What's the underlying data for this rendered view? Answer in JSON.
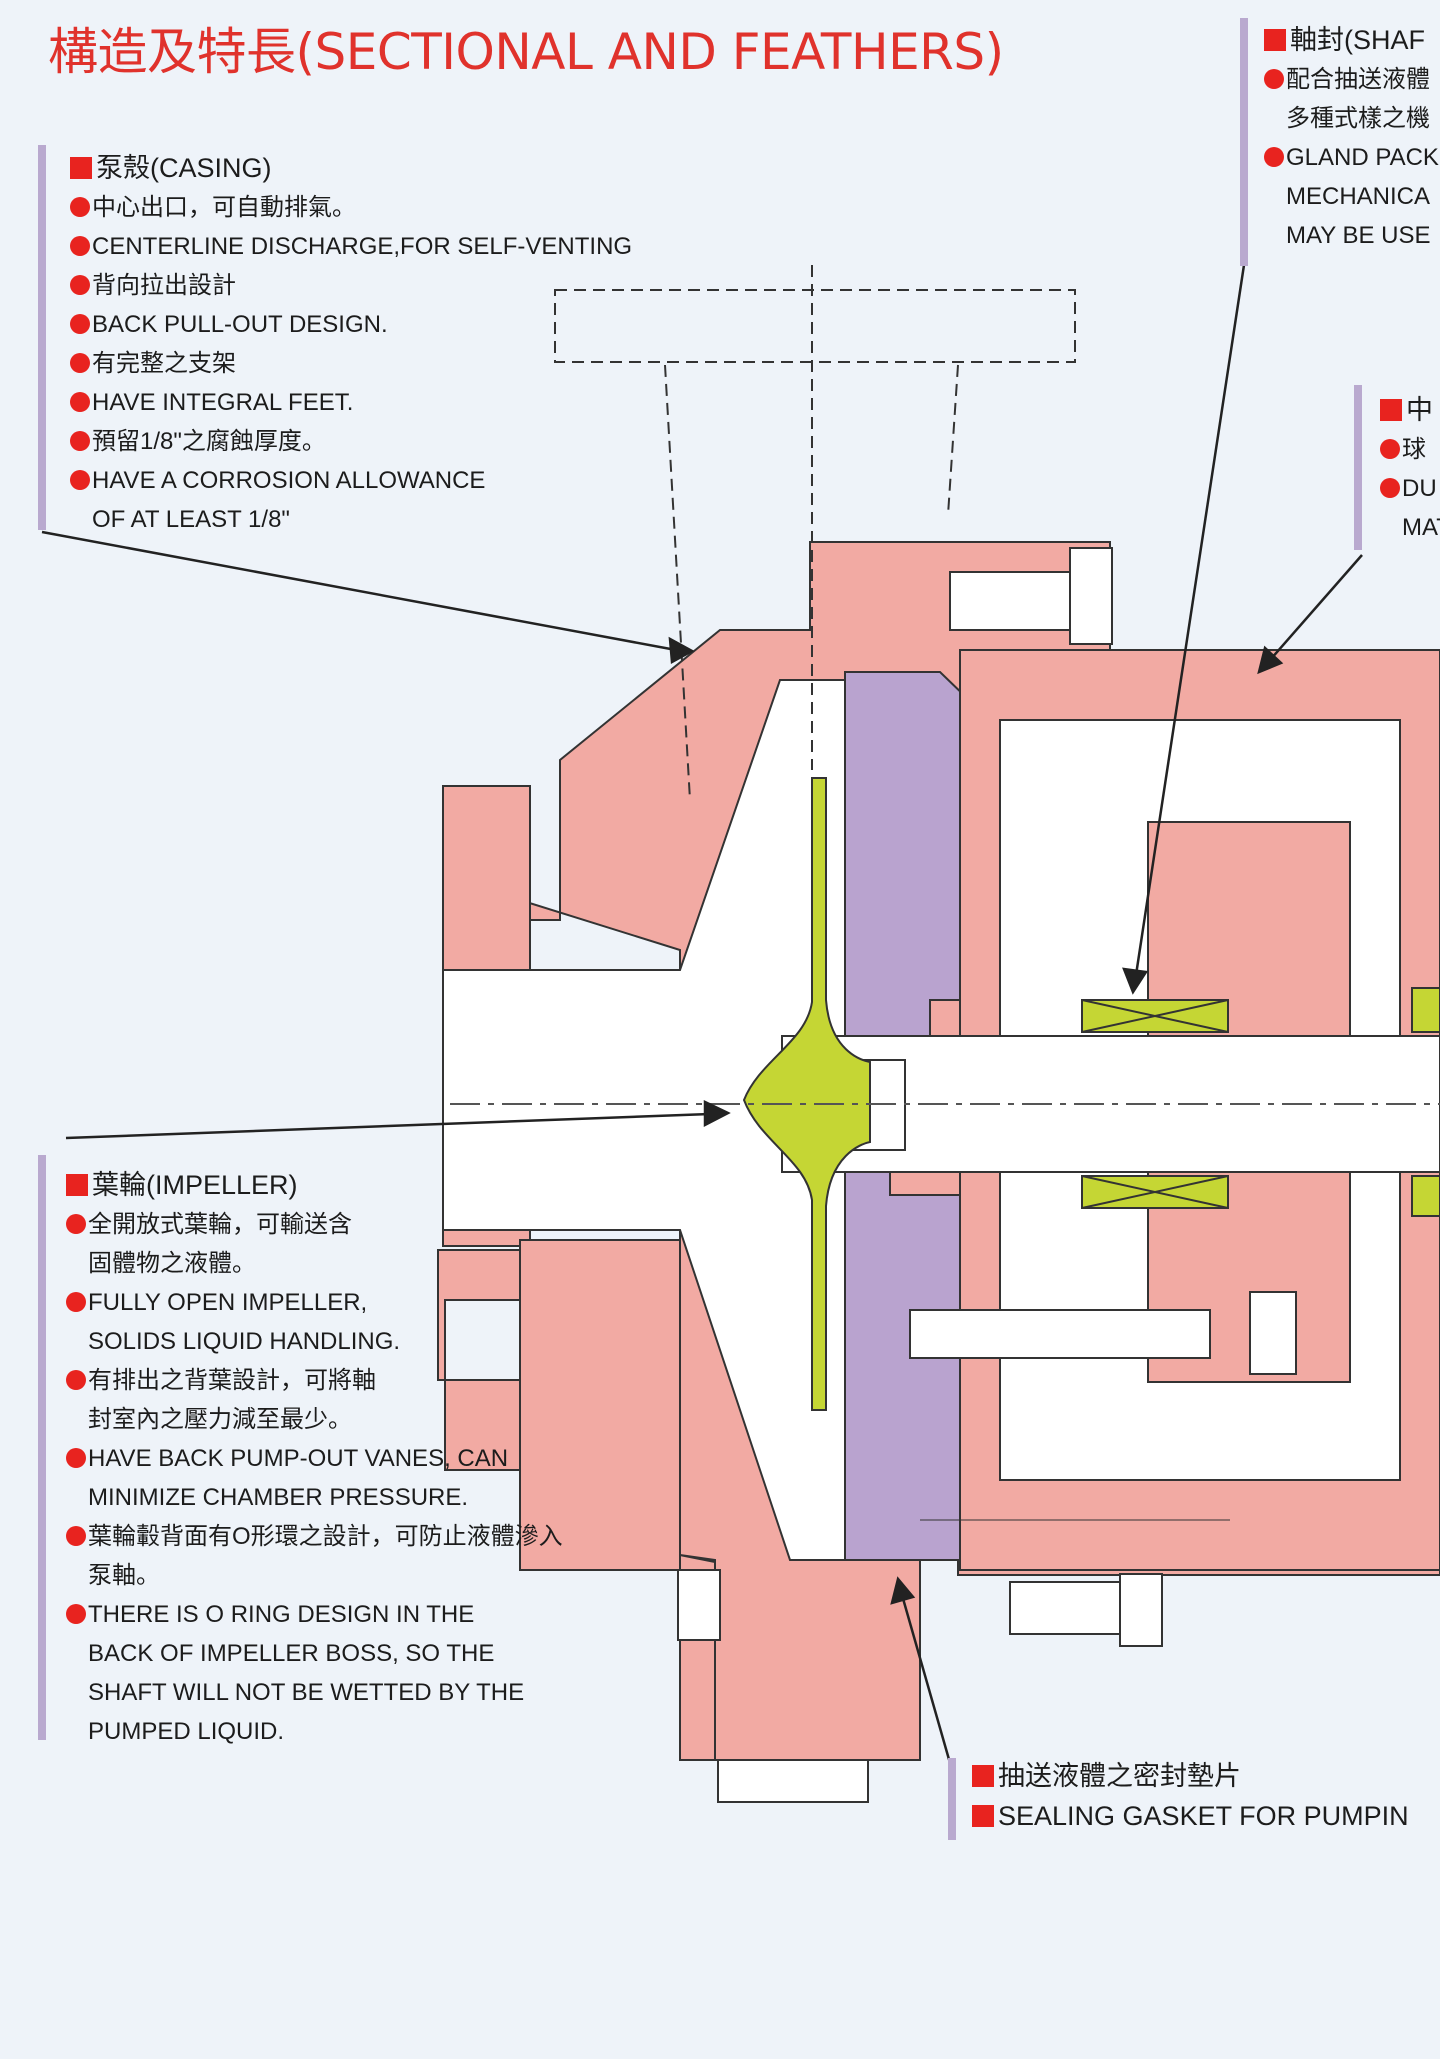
{
  "title": "構造及特長(SECTIONAL AND FEATHERS)",
  "casing": {
    "heading": "泵殼(CASING)",
    "items": [
      "中心出口，可自動排氣。",
      "CENTERLINE DISCHARGE,FOR SELF-VENTING",
      "背向拉出設計",
      "BACK PULL-OUT DESIGN.",
      "有完整之支架",
      "HAVE INTEGRAL FEET.",
      "預留1/8\"之腐蝕厚度。",
      "HAVE A CORROSION ALLOWANCE"
    ],
    "continuation": "OF AT LEAST 1/8\""
  },
  "impeller": {
    "heading": "葉輪(IMPELLER)",
    "lines": [
      {
        "bullet": true,
        "text": "全開放式葉輪，可輸送含"
      },
      {
        "bullet": false,
        "text": "固體物之液體。"
      },
      {
        "bullet": true,
        "text": "FULLY OPEN IMPELLER,"
      },
      {
        "bullet": false,
        "text": "SOLIDS LIQUID HANDLING."
      },
      {
        "bullet": true,
        "text": "有排出之背葉設計，可將軸"
      },
      {
        "bullet": false,
        "text": "封室內之壓力減至最少。"
      },
      {
        "bullet": true,
        "text": "HAVE BACK PUMP-OUT VANES, CAN"
      },
      {
        "bullet": false,
        "text": "MINIMIZE CHAMBER PRESSURE."
      },
      {
        "bullet": true,
        "text": "葉輪轂背面有O形環之設計，可防止液體滲入"
      },
      {
        "bullet": false,
        "text": "泵軸。"
      },
      {
        "bullet": true,
        "text": "THERE IS O RING DESIGN IN THE"
      },
      {
        "bullet": false,
        "text": "BACK OF IMPELLER BOSS, SO THE"
      },
      {
        "bullet": false,
        "text": "SHAFT WILL NOT BE WETTED BY THE"
      },
      {
        "bullet": false,
        "text": "PUMPED LIQUID."
      }
    ]
  },
  "shaft_seal": {
    "heading": "軸封(SHAF",
    "lines": [
      {
        "bullet": true,
        "text": "配合抽送液體"
      },
      {
        "bullet": false,
        "text": "多種式樣之機"
      },
      {
        "bullet": true,
        "text": "GLAND PACK"
      },
      {
        "bullet": false,
        "text": "MECHANICA"
      },
      {
        "bullet": false,
        "text": "MAY BE USE"
      }
    ]
  },
  "middle_block": {
    "heading": "中",
    "lines": [
      {
        "bullet": true,
        "text": "球"
      },
      {
        "bullet": true,
        "text": "DU"
      },
      {
        "bullet": false,
        "text": "MAT"
      }
    ]
  },
  "gasket": {
    "line1": "抽送液體之密封墊片",
    "line2": "SEALING GASKET FOR PUMPIN"
  },
  "colors": {
    "accent_red": "#e8231f",
    "casing_pink": "#f2aaa3",
    "cover_purple": "#b9a3cf",
    "impeller_green": "#c5d634",
    "background": "#eef3f9"
  }
}
